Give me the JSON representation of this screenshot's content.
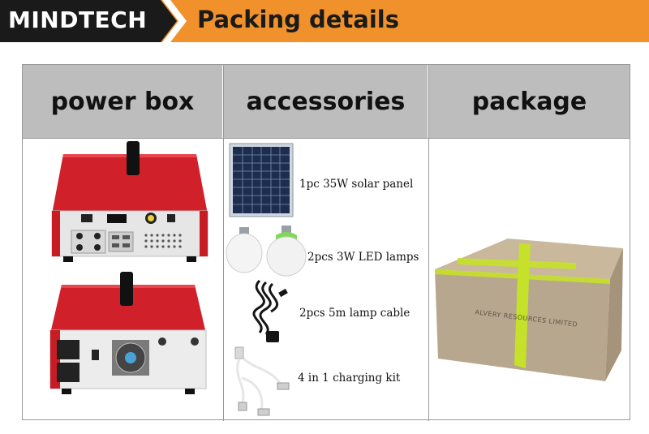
{
  "header": {
    "brand": "MINDTECH",
    "title": "Packing details",
    "colors": {
      "banner": "#f0912b",
      "brand_bg": "#1a1a1a",
      "table_header": "#bdbdbd"
    }
  },
  "table": {
    "columns": [
      "power box",
      "accessories",
      "package"
    ]
  },
  "accessories": [
    {
      "label": "1pc 35W solar panel",
      "icon": "solar-panel-icon"
    },
    {
      "label": "2pcs 3W LED lamps",
      "icon": "led-lamp-icon"
    },
    {
      "label": "2pcs 5m lamp cable",
      "icon": "lamp-cable-icon"
    },
    {
      "label": "4 in 1 charging kit",
      "icon": "charging-cable-icon"
    }
  ],
  "package": {
    "box_print": "ALVERY RESOURCES LIMITED"
  }
}
